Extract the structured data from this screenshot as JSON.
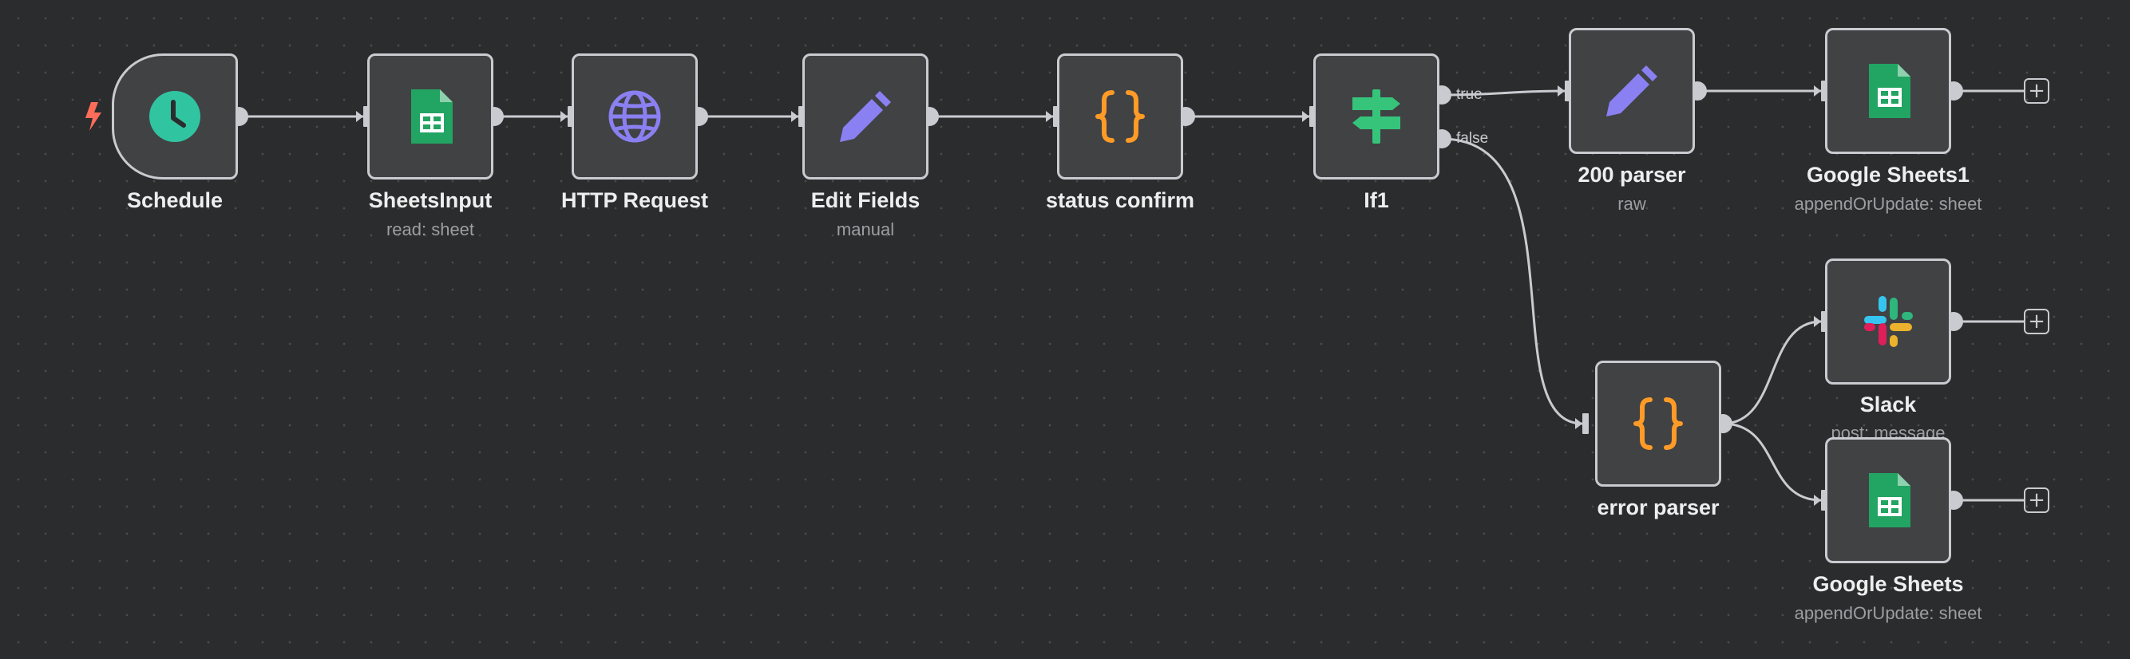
{
  "nodes": [
    {
      "id": "schedule",
      "label": "Schedule",
      "subtitle": "",
      "icon": "clock-icon",
      "trigger": true
    },
    {
      "id": "sheets-input",
      "label": "SheetsInput",
      "subtitle": "read: sheet",
      "icon": "google-sheets-icon"
    },
    {
      "id": "http-request",
      "label": "HTTP Request",
      "subtitle": "",
      "icon": "globe-icon"
    },
    {
      "id": "edit-fields",
      "label": "Edit Fields",
      "subtitle": "manual",
      "icon": "pencil-icon"
    },
    {
      "id": "status-confirm",
      "label": "status confirm",
      "subtitle": "",
      "icon": "code-braces-icon"
    },
    {
      "id": "if1",
      "label": "If1",
      "subtitle": "",
      "icon": "signpost-icon"
    },
    {
      "id": "parser-200",
      "label": "200 parser",
      "subtitle": "raw",
      "icon": "pencil-icon"
    },
    {
      "id": "google-sheets1",
      "label": "Google Sheets1",
      "subtitle": "appendOrUpdate: sheet",
      "icon": "google-sheets-icon"
    },
    {
      "id": "slack",
      "label": "Slack",
      "subtitle": "post: message",
      "icon": "slack-icon"
    },
    {
      "id": "error-parser",
      "label": "error parser",
      "subtitle": "",
      "icon": "code-braces-icon"
    },
    {
      "id": "google-sheets",
      "label": "Google Sheets",
      "subtitle": "appendOrUpdate: sheet",
      "icon": "google-sheets-icon"
    }
  ],
  "ports": {
    "true_label": "true",
    "false_label": "false"
  },
  "add_button_glyph": "+",
  "colors": {
    "canvas": "#2b2c2d",
    "node_bg": "#414244",
    "node_border": "#c9cbd0",
    "edge": "#c9cbd0",
    "trigger_bolt": "#ff6d5a",
    "clock": "#31c4a1",
    "sheets": "#22a463",
    "globe": "#8a80f2",
    "pencil": "#8a80f2",
    "braces": "#ff9b26",
    "signpost": "#35c47a"
  }
}
